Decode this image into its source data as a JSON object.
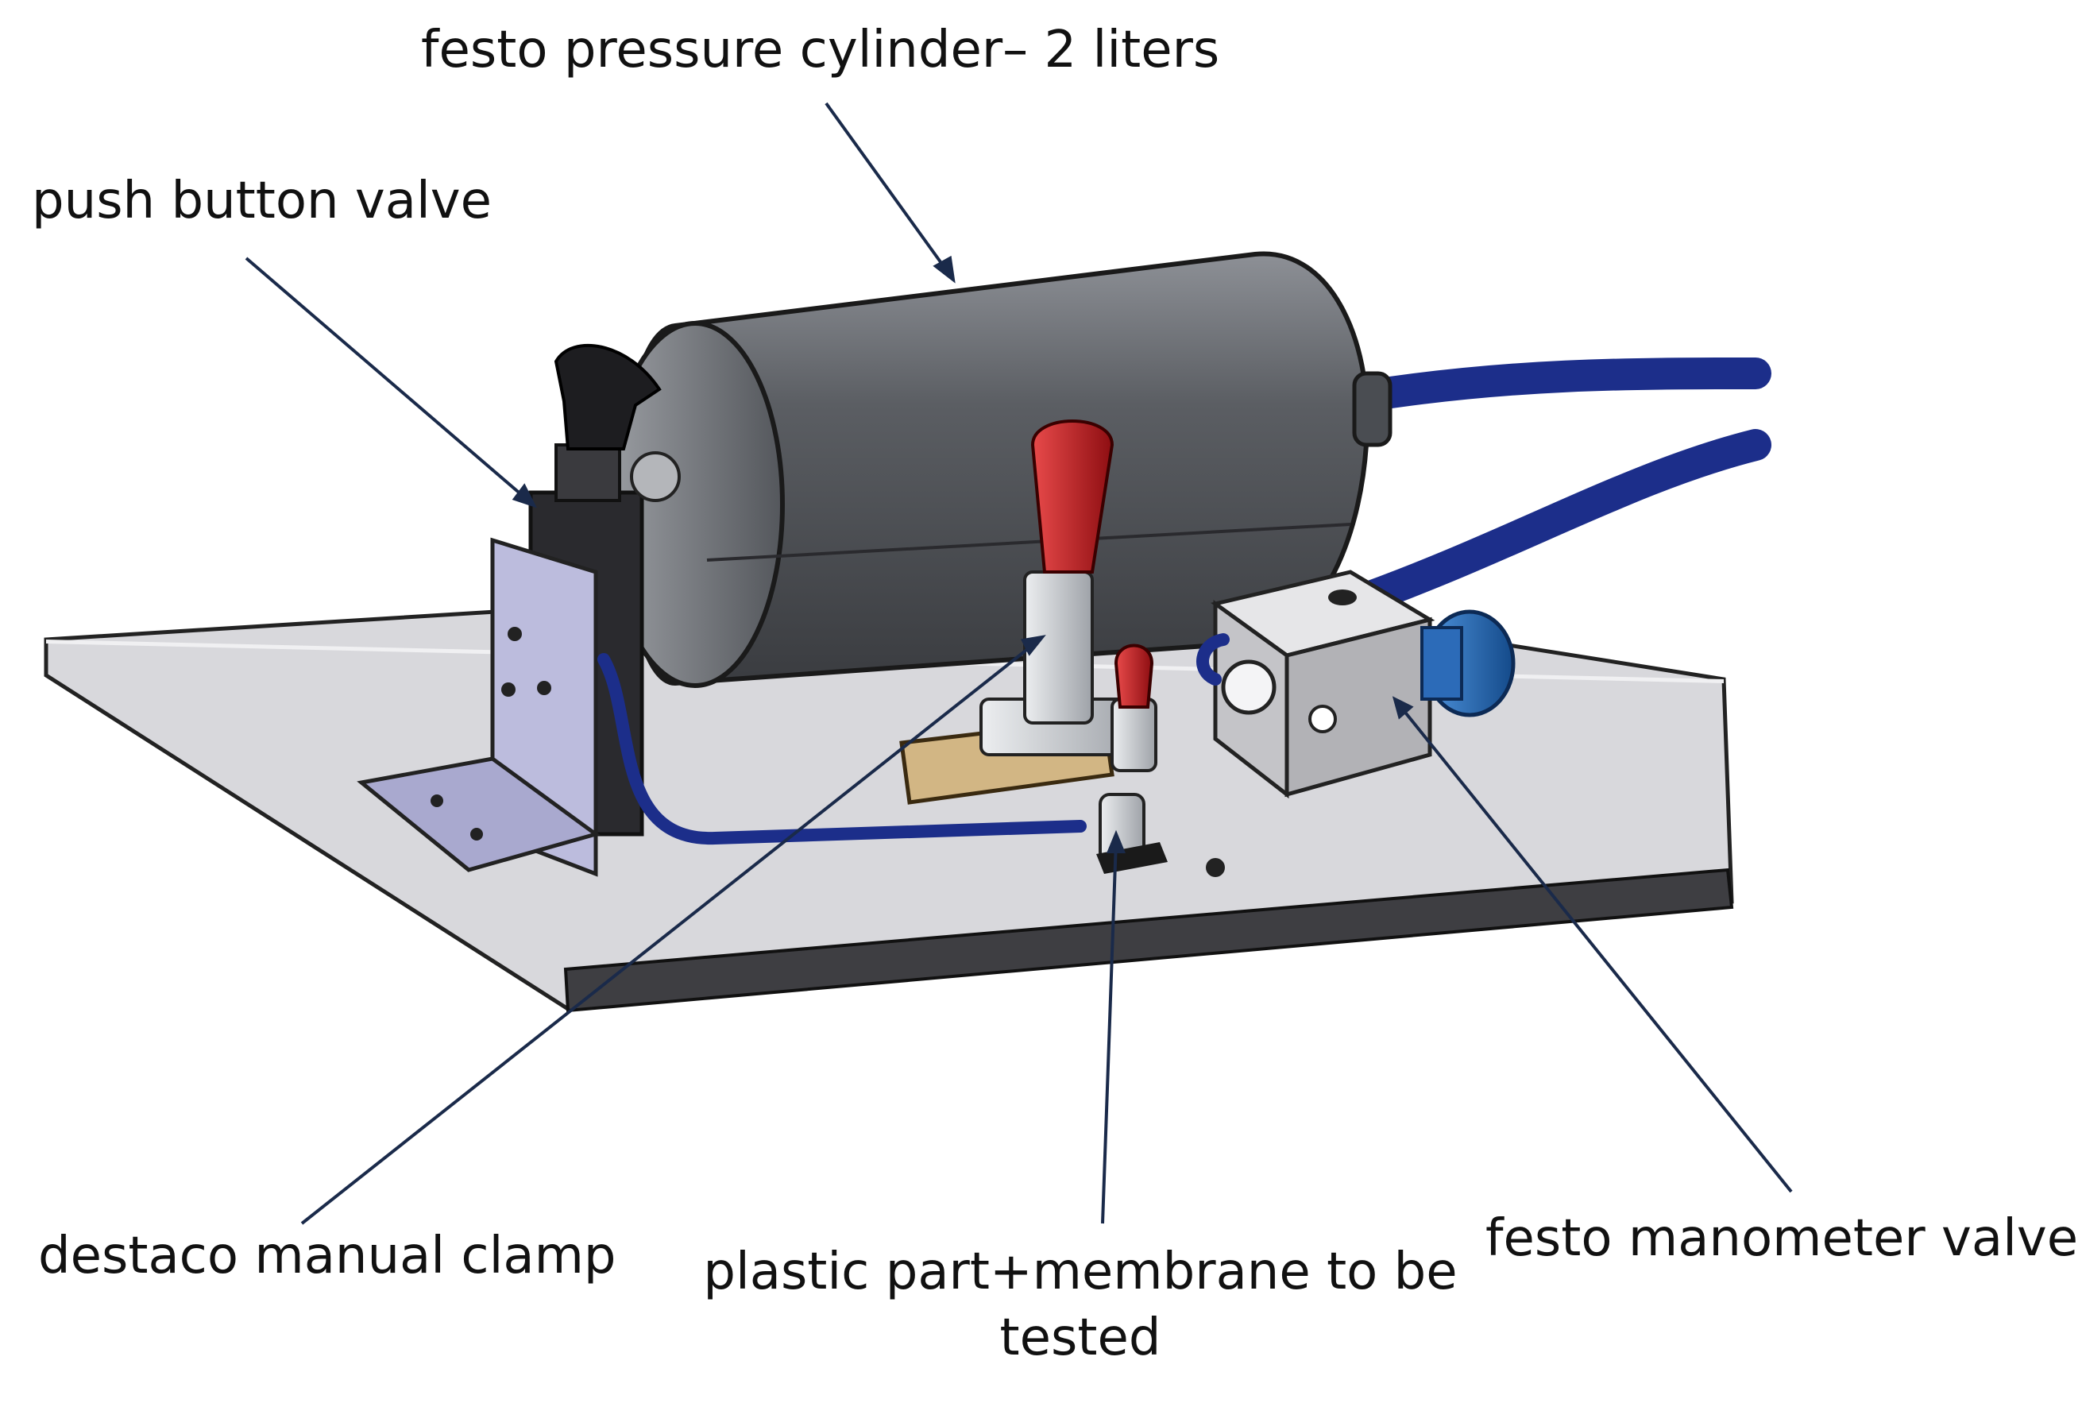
{
  "labels": {
    "cylinder": "festo pressure cylinder– 2 liters",
    "push_button_valve": "push button valve",
    "manual_clamp": "destaco manual clamp",
    "plastic_part": "plastic part+membrane to be tested",
    "manometer_valve": "festo manometer valve"
  },
  "colors": {
    "base_plate": "#dcdcdf",
    "cylinder": "#5b5e63",
    "hose": "#1c2e8a",
    "bracket": "#b9b9dc",
    "clamp_handle": "#c0181e",
    "wood_block": "#d2b684",
    "regulator_knob": "#1e64b4",
    "leader_line": "#1a2a4a"
  }
}
